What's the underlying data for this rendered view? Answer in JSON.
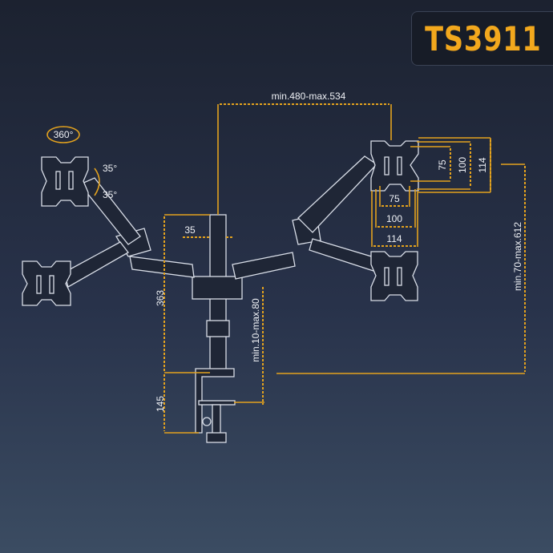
{
  "model": "TS3911",
  "dimensions": {
    "arm_reach": "min.480-max.534",
    "pole_diameter": "35",
    "pole_height": "363",
    "clamp_height": "145",
    "desk_thickness": "min.10-max.80",
    "monitor_height": "min.70-max.612",
    "vesa_v": [
      "75",
      "100",
      "114"
    ],
    "vesa_h": [
      "75",
      "100",
      "114"
    ]
  },
  "rotation": {
    "swivel": "360°",
    "tilt_up": "35°",
    "tilt_down": "35°"
  },
  "colors": {
    "accent": "#e3a21e",
    "line": "#d9dee8"
  }
}
